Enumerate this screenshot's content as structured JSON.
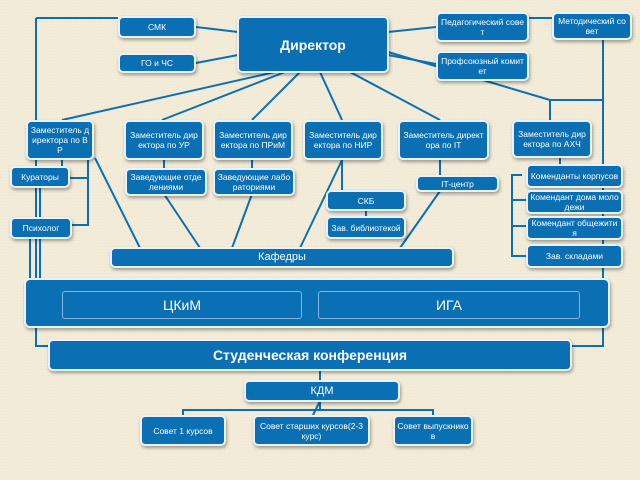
{
  "colors": {
    "box_fill": "#0b6fb3",
    "box_border": "#e9f2fb",
    "line": "#0b6fb3",
    "background": "#f3ecd9"
  },
  "nodes": {
    "smk": "СМК",
    "go_chs": "ГО и ЧС",
    "director": "Директор",
    "ped_council": "Педагогический совет",
    "method_council": "Методический совет",
    "trade_union": "Профсоюзный комитет",
    "dep_vr": "Заместитель директора по ВР",
    "dep_ur": "Заместитель директора по УР",
    "dep_prim": "Заместитель директора по ПРиМ",
    "dep_nir": "Заместитель директора по НИР",
    "dep_it": "Заместитель директора по IT",
    "dep_ahch": "Заместитель директора по АХЧ",
    "curators": "Кураторы",
    "psychologist": "Психолог",
    "dept_heads": "Заведующие отделениями",
    "lab_heads": "Заведующие лабораториями",
    "skb": "СКБ",
    "library_head": "Зав. библиотекой",
    "it_center": "IT-центр",
    "commandants_buildings": "Коменданты корпусов",
    "commandant_youth_house": "Комендант дома молодежи",
    "commandant_dorm": "Комендант общежития",
    "warehouse_head": "Зав. складами",
    "departments": "Кафедры",
    "ckim": "ЦКиМ",
    "iga": "ИГА",
    "student_conference": "Студенческая конференция",
    "kdm": "КДМ",
    "council_1": "Совет 1 курсов",
    "council_senior": "Совет старших курсов(2-3 курс)",
    "council_graduates": "Совет выпускников"
  }
}
